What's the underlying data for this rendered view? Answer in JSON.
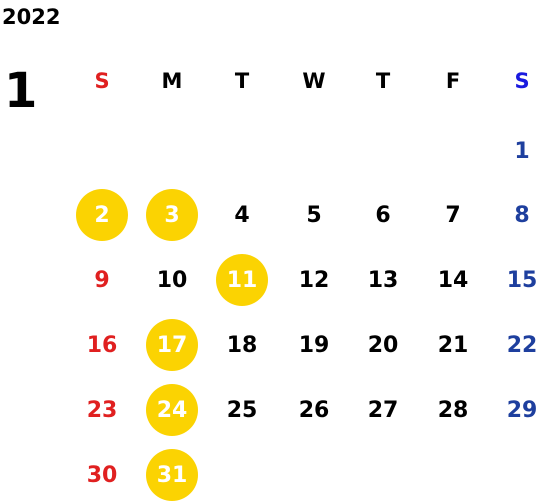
{
  "year": "2022",
  "month": "1",
  "colors": {
    "sunday": "#e02020",
    "saturday": "#1e3f9e",
    "saturday_header": "#1a1adf",
    "weekday": "#000000",
    "holiday_fill": "#fbd302",
    "holiday_text": "#ffffff"
  },
  "weekdays": [
    "S",
    "M",
    "T",
    "W",
    "T",
    "F",
    "S"
  ],
  "weeks": [
    [
      null,
      null,
      null,
      null,
      null,
      null,
      1
    ],
    [
      2,
      3,
      4,
      5,
      6,
      7,
      8
    ],
    [
      9,
      10,
      11,
      12,
      13,
      14,
      15
    ],
    [
      16,
      17,
      18,
      19,
      20,
      21,
      22
    ],
    [
      23,
      24,
      25,
      26,
      27,
      28,
      29
    ],
    [
      30,
      31,
      null,
      null,
      null,
      null,
      null
    ]
  ],
  "highlighted_days": [
    2,
    3,
    11,
    17,
    24,
    31
  ]
}
